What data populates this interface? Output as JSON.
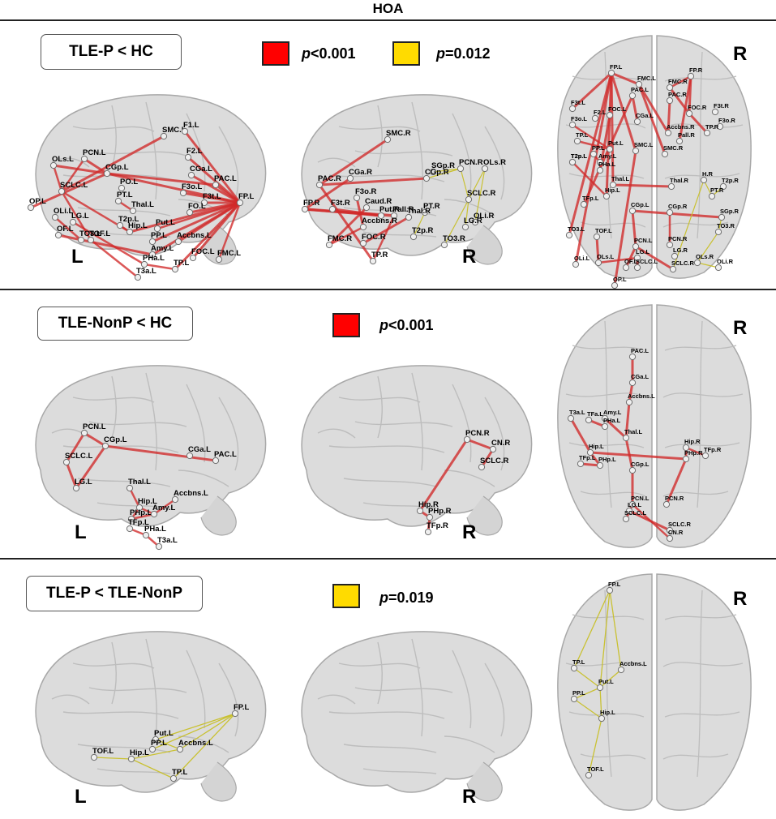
{
  "title": "HOA",
  "colors": {
    "red": "#ff0000",
    "yellow": "#ffdb00",
    "edge_red": "#d12a2a",
    "edge_yellow": "#c9c02a"
  },
  "panels": [
    {
      "condition": "TLE-P < HC",
      "legend": [
        {
          "color": "red",
          "p_symbol": "p",
          "p_value": "<0.001"
        },
        {
          "color": "yellow",
          "p_symbol": "p",
          "p_value": "=0.012"
        }
      ],
      "side_labels": {
        "left": "L",
        "middle": "R",
        "right": "R"
      },
      "left_nodes": [
        "SMC.L",
        "F1.L",
        "F2.L",
        "CGa.L",
        "PAC.L",
        "F3o.L",
        "F3t.L",
        "FP.L",
        "FO.L",
        "PCN.L",
        "OLs.L",
        "CGp.L",
        "PO.L",
        "SCLC.L",
        "PT.L",
        "Thal.L",
        "OP.L",
        "OLi.L",
        "LG.L",
        "OF.L",
        "TOF.L",
        "TO3.L",
        "T2p.L",
        "Hip.L",
        "Put.L",
        "PP.L",
        "Accbns.L",
        "Amy.L",
        "FOC.L",
        "FMC.L",
        "PHa.L",
        "TP.L",
        "T3a.L"
      ],
      "mid_nodes": [
        "SMC.R",
        "CGa.R",
        "PAC.R",
        "F3o.R",
        "Caud.R",
        "FP.R",
        "F3t.R",
        "Put.R",
        "Pall.R",
        "Accbns.R",
        "FMC.R",
        "FOC.R",
        "TP.R",
        "SGp.R",
        "CGp.R",
        "PCN.R",
        "OLs.R",
        "PT.R",
        "Thal.R",
        "T2p.R",
        "SCLC.R",
        "OLi.R",
        "LG.R",
        "TO3.R"
      ],
      "top_nodes": [
        "FP.L",
        "FMC.L",
        "PAC.L",
        "FMC.R",
        "FP.R",
        "PAC.R",
        "F3t.L",
        "F2.L",
        "FOC.L",
        "CGa.L",
        "F3o.L",
        "FOC.R",
        "F3t.R",
        "F3o.R",
        "TP.R",
        "Accbns.R",
        "Pall.R",
        "TP.L",
        "T2p.L",
        "PP.L",
        "Put.L",
        "Amy.L",
        "PHa.L",
        "SMC.L",
        "SMC.R",
        "Thal.L",
        "Thal.R",
        "Hip.L",
        "H.R",
        "T2p.R",
        "PT.R",
        "T2p.L",
        "TFp.L",
        "CGp.L",
        "CGp.R",
        "SGp.R",
        "TO3.R",
        "TO3.L",
        "TOF.L",
        "PCN.L",
        "PCN.R",
        "LG.L",
        "LG.R",
        "OLi.L",
        "OLs.L",
        "OF.L",
        "SCLC.L",
        "SCLC.R",
        "OLs.R",
        "OLi.R",
        "OP.L"
      ]
    },
    {
      "condition": "TLE-NonP < HC",
      "legend": [
        {
          "color": "red",
          "p_symbol": "p",
          "p_value": "<0.001"
        }
      ],
      "side_labels": {
        "left": "L",
        "middle": "R",
        "right": "R"
      },
      "left_nodes": [
        "PCN.L",
        "CGp.L",
        "CGa.L",
        "PAC.L",
        "SCLC.L",
        "LG.L",
        "Thal.L",
        "Accbns.L",
        "Hip.L",
        "PHp.L",
        "Amy.L",
        "TFp.L",
        "PHa.L",
        "T3a.L"
      ],
      "mid_nodes": [
        "PCN.R",
        "CN.R",
        "SCLC.R",
        "Hip.R",
        "PHp.R",
        "TFp.R"
      ],
      "top_nodes": [
        "PAC.L",
        "CGa.L",
        "Accbns.L",
        "T3a.L",
        "TFa.L",
        "Amy.L",
        "PHa.L",
        "Thal.L",
        "Hip.L",
        "TFp.L",
        "PHp.L",
        "CGp.L",
        "Hip.R",
        "TFp.R",
        "PHp.R",
        "PCN.L",
        "LG.L",
        "SCLC.L",
        "PCN.R",
        "SCLC.R",
        "CN.R"
      ]
    },
    {
      "condition": "TLE-P < TLE-NonP",
      "legend": [
        {
          "color": "yellow",
          "p_symbol": "p",
          "p_value": "=0.019"
        }
      ],
      "side_labels": {
        "left": "L",
        "middle": "R",
        "right": "R"
      },
      "left_nodes": [
        "FP.L",
        "Put.L",
        "PP.L",
        "Accbns.L",
        "TOF.L",
        "Hip.L",
        "TP.L"
      ],
      "mid_nodes": [],
      "top_nodes": [
        "FP.L",
        "TP.L",
        "Accbns.L",
        "Put.L",
        "PP.L",
        "Hip.L",
        "TOF.L"
      ]
    }
  ]
}
